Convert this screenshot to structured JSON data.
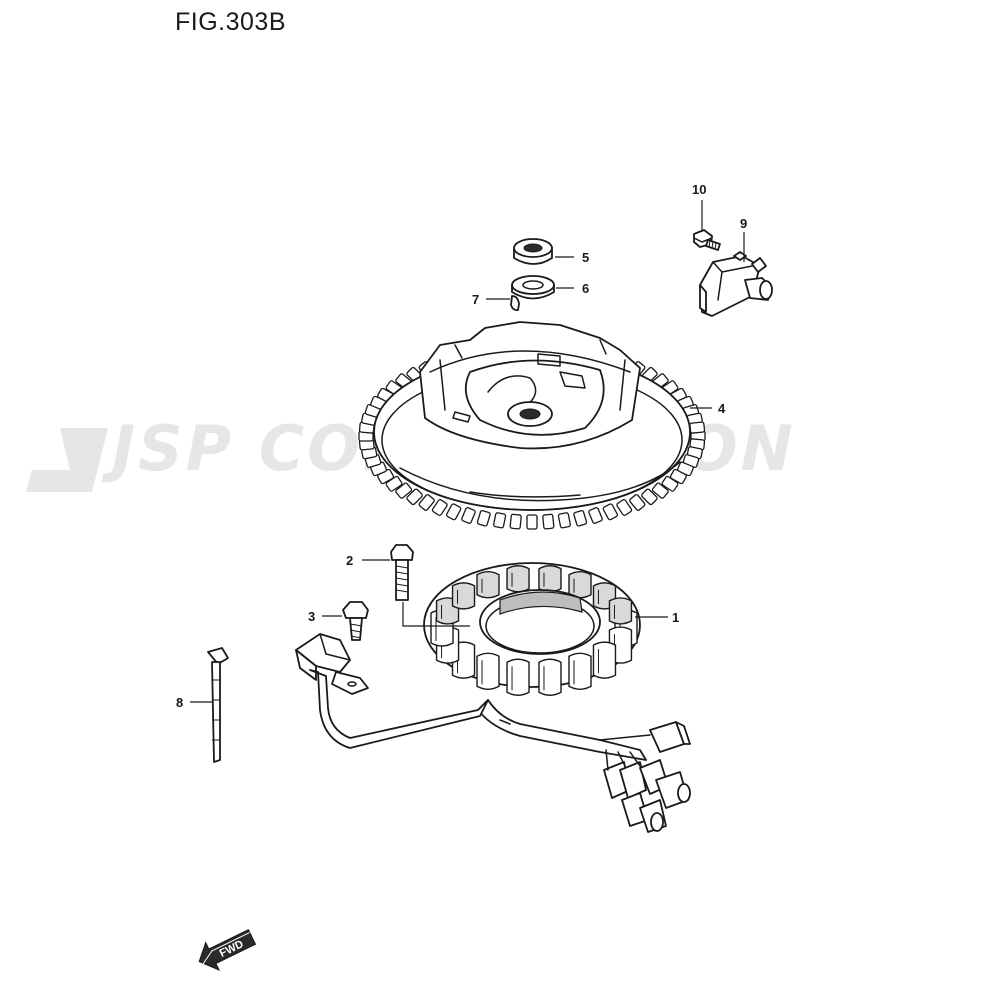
{
  "figure": {
    "title": "FIG.303B"
  },
  "watermark": {
    "text": "JSP CORPORATION"
  },
  "fwd_arrow": {
    "label": "FWD"
  },
  "callouts": [
    {
      "id": "1",
      "label": "1"
    },
    {
      "id": "2",
      "label": "2"
    },
    {
      "id": "3",
      "label": "3"
    },
    {
      "id": "4",
      "label": "4"
    },
    {
      "id": "5",
      "label": "5"
    },
    {
      "id": "6",
      "label": "6"
    },
    {
      "id": "7",
      "label": "7"
    },
    {
      "id": "8",
      "label": "8"
    },
    {
      "id": "9",
      "label": "9"
    },
    {
      "id": "10",
      "label": "10"
    }
  ]
}
